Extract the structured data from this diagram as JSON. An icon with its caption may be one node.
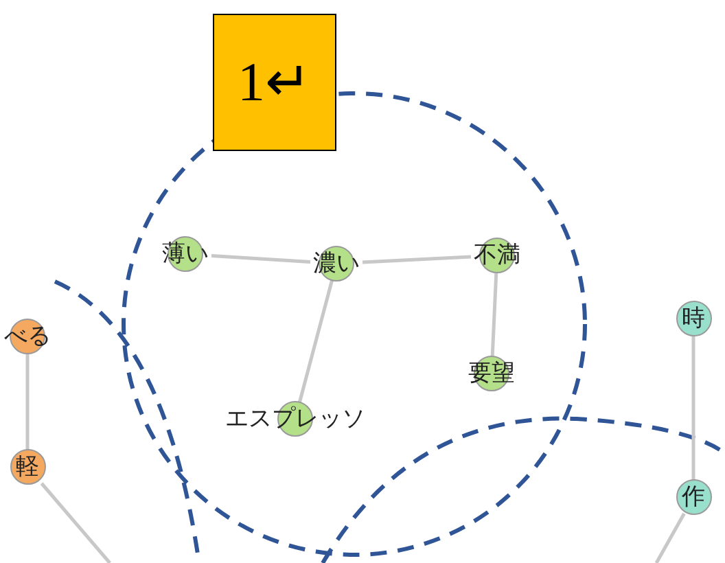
{
  "diagram": {
    "nodes": [
      {
        "text": [],
        "shape": "circle"
      },
      {
        "text": [
          "1↵"
        ]
      },
      {
        "text": [
          "薄い"
        ],
        "in": 0
      },
      {
        "text": [
          "濃い"
        ],
        "in": 0
      },
      {
        "text": [
          "不満"
        ],
        "in": 0
      },
      {
        "text": [
          "要望"
        ],
        "in": 0
      },
      {
        "text": [
          "エスプレッソ"
        ],
        "in": 0
      },
      {
        "text": [
          "べる"
        ]
      },
      {
        "text": [
          "軽"
        ]
      },
      {
        "text": [
          "時"
        ]
      },
      {
        "text": [
          "作"
        ]
      }
    ],
    "edges": [
      {
        "from": 2,
        "to": 3,
        "arrow": "none"
      },
      {
        "from": 3,
        "to": 4,
        "arrow": "none"
      },
      {
        "from": 4,
        "to": 5,
        "arrow": "none"
      },
      {
        "from": 3,
        "to": 6,
        "arrow": "none"
      },
      {
        "from": 7,
        "to": 8,
        "arrow": "none"
      },
      {
        "from": 8,
        "to": null,
        "arrow": "none"
      },
      {
        "from": 9,
        "to": 10,
        "arrow": "none"
      },
      {
        "from": 10,
        "to": null,
        "arrow": "none"
      }
    ]
  }
}
